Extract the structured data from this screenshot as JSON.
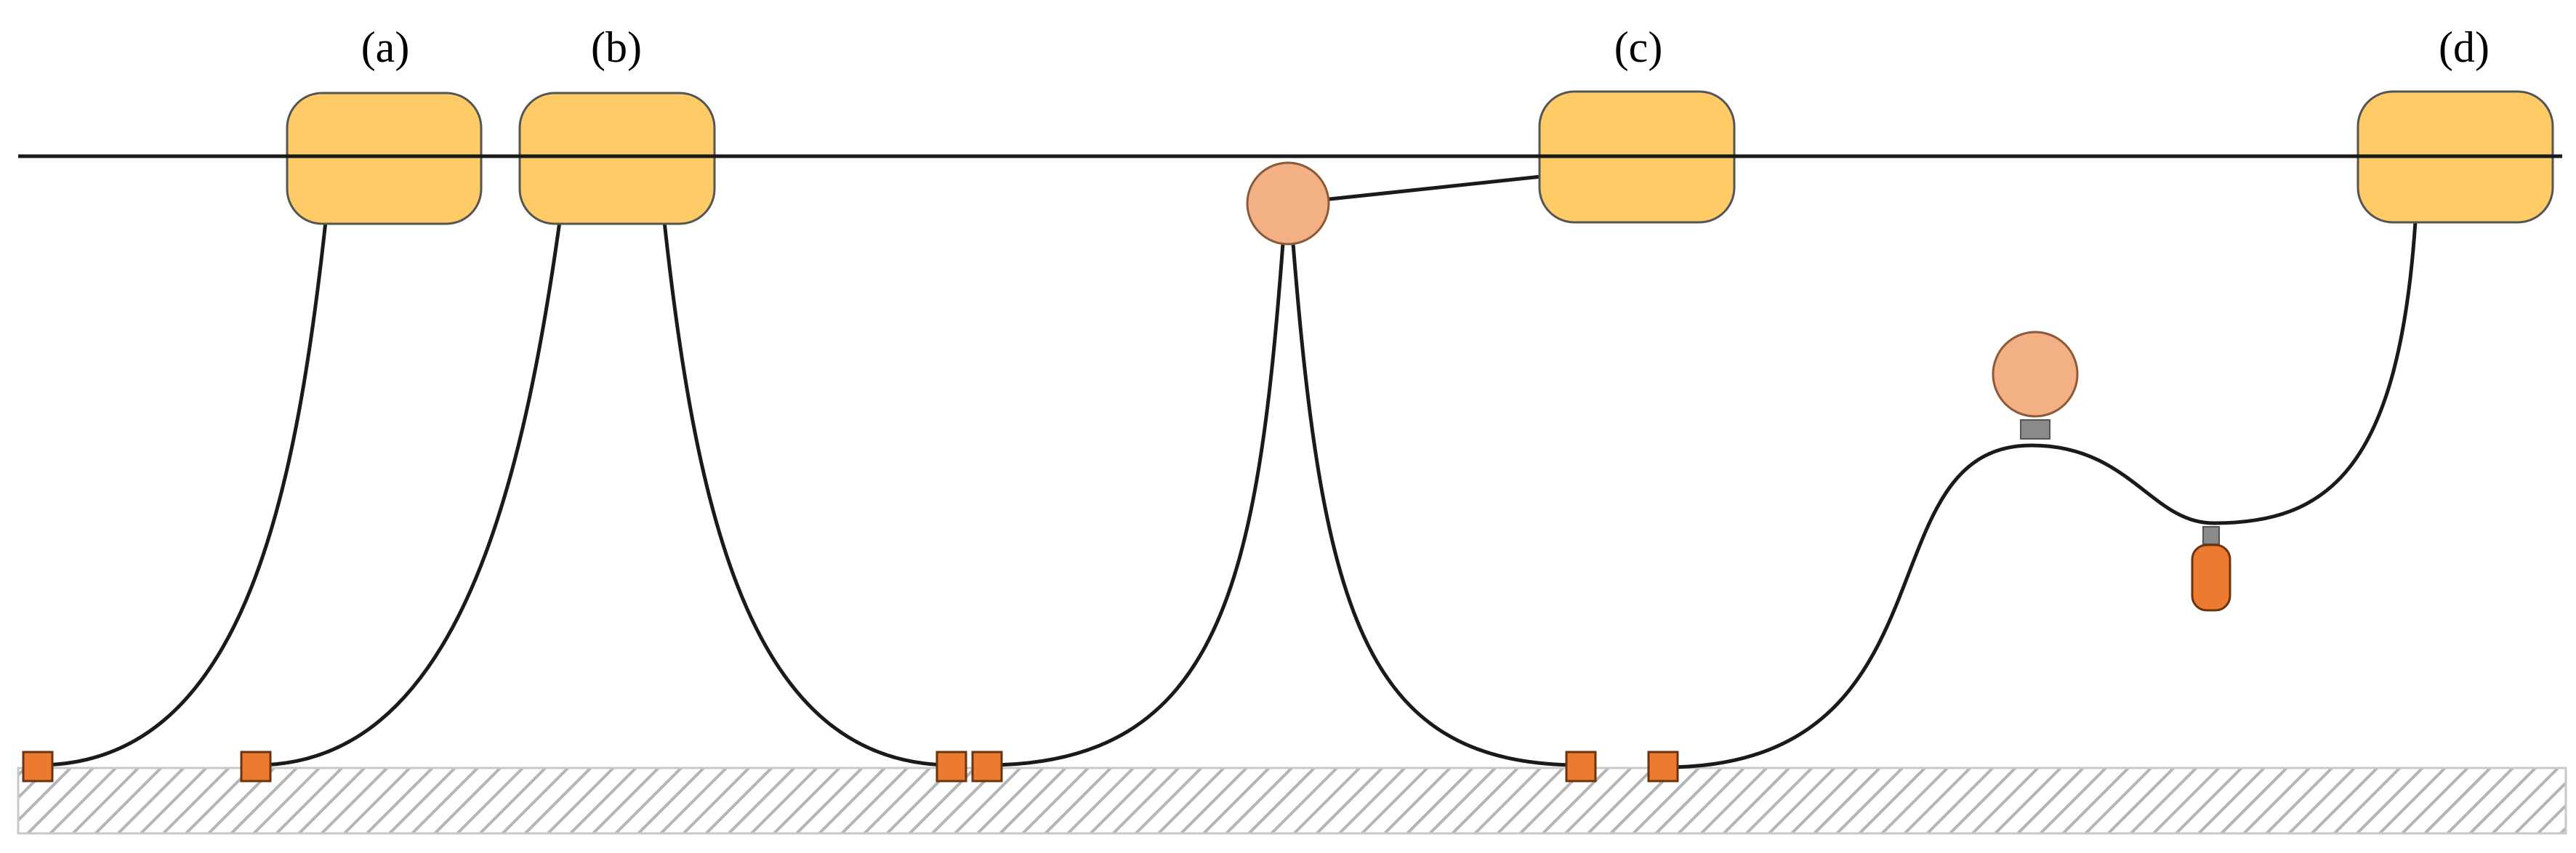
{
  "panels": [
    {
      "id": "a",
      "label": "(a)"
    },
    {
      "id": "b",
      "label": "(b)"
    },
    {
      "id": "c",
      "label": "(c)"
    },
    {
      "id": "d",
      "label": "(d)"
    }
  ],
  "colors": {
    "buoy": "#ffcb66",
    "buoy_stroke": "#555555",
    "line": "#1a1a1a",
    "anchor": "#ec7a30",
    "subsurface_float": "#f2b084",
    "connector": "#8a8a8a",
    "weight": "#ec7a30",
    "seabed_hatch": "#b5b5b5"
  }
}
